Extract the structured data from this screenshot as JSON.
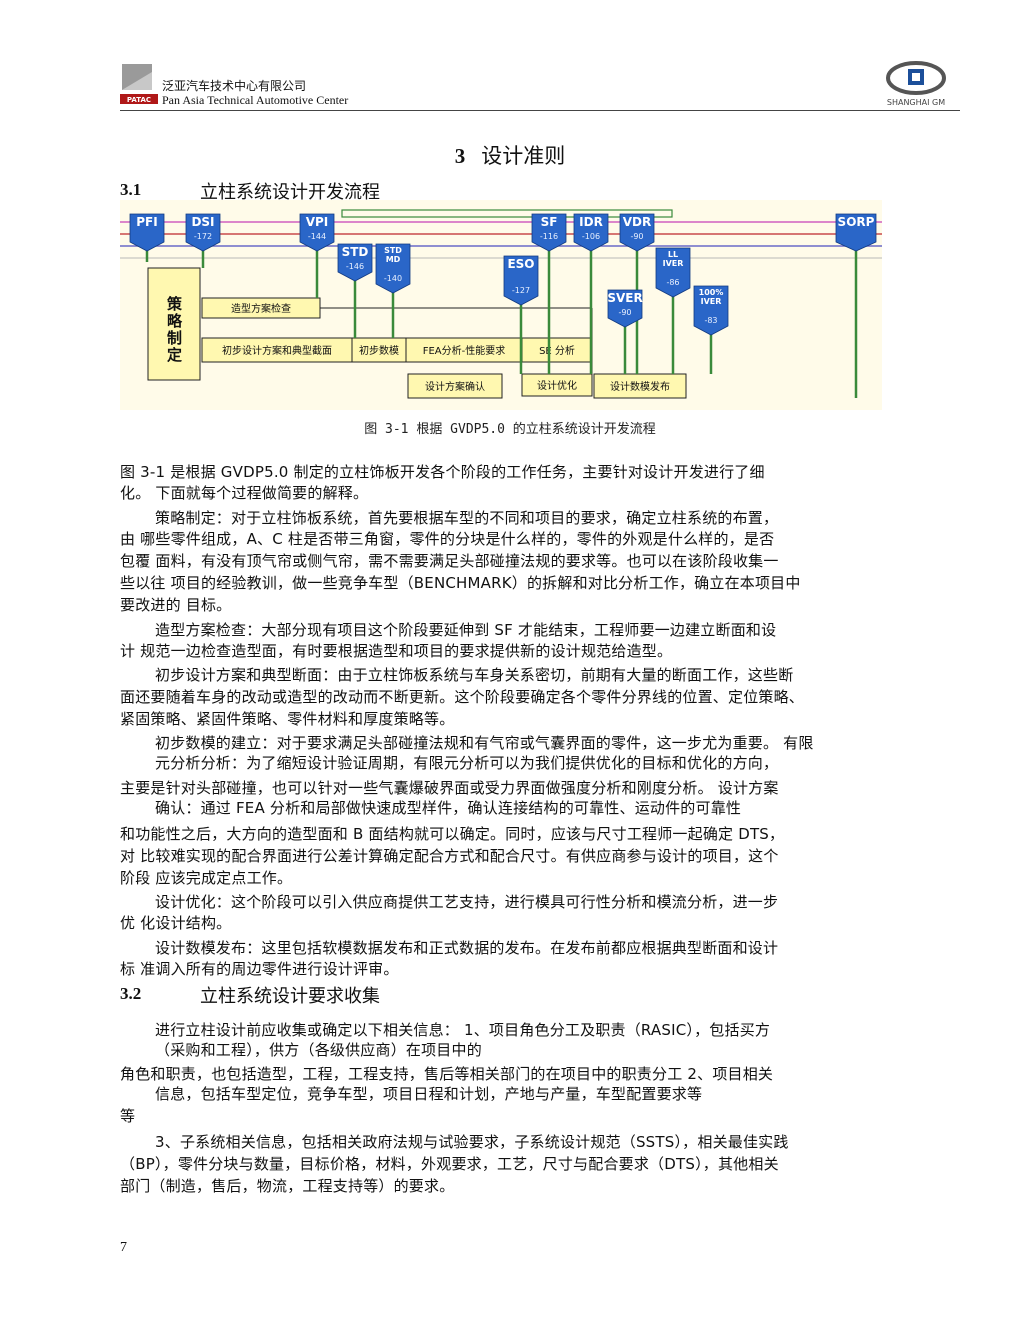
{
  "header": {
    "company_cn": "泛亚汽车技术中心有限公司",
    "company_en": "Pan Asia Technical Automotive Center",
    "logo_left_text": "PATAC",
    "logo_right_text": "SHANGHAI GM"
  },
  "chapter": {
    "number": "3",
    "title": "设计准则"
  },
  "section1": {
    "number": "3.1",
    "title": "立柱系统设计开发流程"
  },
  "figure": {
    "caption": "图 3-1 根据 GVDP5.0 的立柱系统设计开发流程",
    "milestones": [
      {
        "name": "PFI",
        "day": ""
      },
      {
        "name": "DSI",
        "day": "-172"
      },
      {
        "name": "VPI",
        "day": "-144"
      },
      {
        "name": "STD",
        "day": "-146"
      },
      {
        "name": "STD MD",
        "day": "-140"
      },
      {
        "name": "ESO",
        "day": "-127"
      },
      {
        "name": "SF",
        "day": "-116"
      },
      {
        "name": "IDR",
        "day": "-106"
      },
      {
        "name": "VDR",
        "day": "-90"
      },
      {
        "name": "SVER",
        "day": "-90"
      },
      {
        "name": "LL IVER",
        "day": "-86"
      },
      {
        "name": "100% IVER",
        "day": "-83"
      },
      {
        "name": "SORP",
        "day": ""
      }
    ],
    "strategy_box": "策略制定",
    "phases": {
      "styling_check": "造型方案检查",
      "initial_design": "初步设计方案和典型截面",
      "initial_math": "初步数模",
      "fea": "FEA分析-性能要求",
      "se": "SE 分析",
      "design_confirm": "设计方案确认",
      "design_optimize": "设计优化",
      "data_release": "设计数模发布"
    }
  },
  "section1_lines": [
    "图  3-1  是根据  GVDP5.0  制定的立柱饰板开发各个阶段的工作任务，主要针对设计开发进行了细",
    "化。  下面就每个过程做简要的解释。",
    "策略制定：对于立柱饰板系统，首先要根据车型的不同和项目的要求，确定立柱系统的布置，",
    "由  哪些零件组成，A、C  柱是否带三角窗，零件的分块是什么样的，零件的外观是什么样的，是否",
    "包覆  面料，有没有顶气帘或侧气帘，需不需要满足头部碰撞法规的要求等。也可以在该阶段收集一",
    "些以往  项目的经验教训，做一些竞争车型（BENCHMARK）的拆解和对比分析工作，确立在本项目中",
    "要改进的  目标。",
    "造型方案检查：大部分现有项目这个阶段要延伸到  SF  才能结束，工程师要一边建立断面和设",
    "计  规范一边检查造型面，有时要根据造型和项目的要求提供新的设计规范给造型。",
    "初步设计方案和典型断面：由于立柱饰板系统与车身关系密切，前期有大量的断面工作，这些断",
    "面还要随着车身的改动或造型的改动而不断更新。这个阶段要确定各个零件分界线的位置、定位策略、",
    "紧固策略、紧固件策略、零件材料和厚度策略等。",
    "初步数模的建立：对于要求满足头部碰撞法规和有气帘或气囊界面的零件，这一步尤为重要。  有限",
    "元分析分析：为了缩短设计验证周期，有限元分析可以为我们提供优化的目标和优化的方向，",
    "主要是针对头部碰撞，也可以针对一些气囊爆破界面或受力界面做强度分析和刚度分析。  设计方案",
    "确认：通过  FEA  分析和局部做快速成型样件，确认连接结构的可靠性、运动件的可靠性",
    "和功能性之后，大方向的造型面和  B  面结构就可以确定。同时，应该与尺寸工程师一起确定  DTS，",
    "对  比较难实现的配合界面进行公差计算确定配合方式和配合尺寸。有供应商参与设计的项目，这个",
    "阶段  应该完成定点工作。",
    "设计优化：这个阶段可以引入供应商提供工艺支持，进行模具可行性分析和模流分析，进一步",
    "优  化设计结构。",
    "设计数模发布：这里包括软模数据发布和正式数据的发布。在发布前都应根据典型断面和设计",
    "标  准调入所有的周边零件进行设计评审。"
  ],
  "section2": {
    "number": "3.2",
    "title": "立柱系统设计要求收集"
  },
  "section2_lines": [
    "进行立柱设计前应收集或确定以下相关信息：  1、项目角色分工及职责（RASIC），包括买方",
    "（采购和工程），供方（各级供应商）在项目中的",
    "角色和职责，也包括造型，工程，工程支持，售后等相关部门的在项目中的职责分工  2、项目相关",
    "信息，包括车型定位，竞争车型，项目日程和计划，产地与产量，车型配置要求等",
    "等",
    "3、子系统相关信息，包括相关政府法规与试验要求，子系统设计规范（SSTS），相关最佳实践",
    "（BP），零件分块与数量，目标价格，材料，外观要求，工艺，尺寸与配合要求（DTS），其他相关",
    "部门（制造，售后，物流，工程支持等）的要求。"
  ],
  "page_number": "7"
}
